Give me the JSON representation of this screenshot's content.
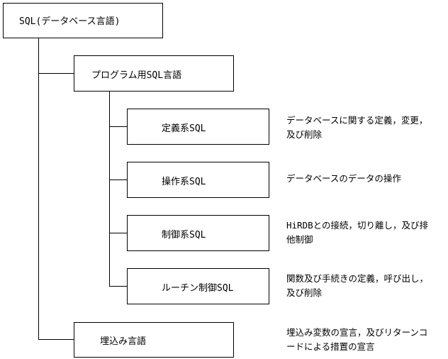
{
  "root": {
    "label": "SQL(データベース言語)"
  },
  "level1": {
    "program_sql": {
      "label": "プログラム用SQL言語"
    },
    "embedded": {
      "label": "埋込み言語",
      "desc_line1": "埋込み変数の宣言，及びリターンコ",
      "desc_line2": "ードによる措置の宣言"
    }
  },
  "level2": [
    {
      "label": "定義系SQL",
      "desc_line1": "データベースに関する定義，変更，",
      "desc_line2": "及び削除"
    },
    {
      "label": "操作系SQL",
      "desc_line1": "データベースのデータの操作",
      "desc_line2": ""
    },
    {
      "label": "制御系SQL",
      "desc_line1": "HiRDBとの接続，切り離し，及び排",
      "desc_line2": "他制御"
    },
    {
      "label": "ルーチン制御SQL",
      "desc_line1": "関数及び手続きの定義，呼び出し，",
      "desc_line2": "及び削除"
    }
  ]
}
